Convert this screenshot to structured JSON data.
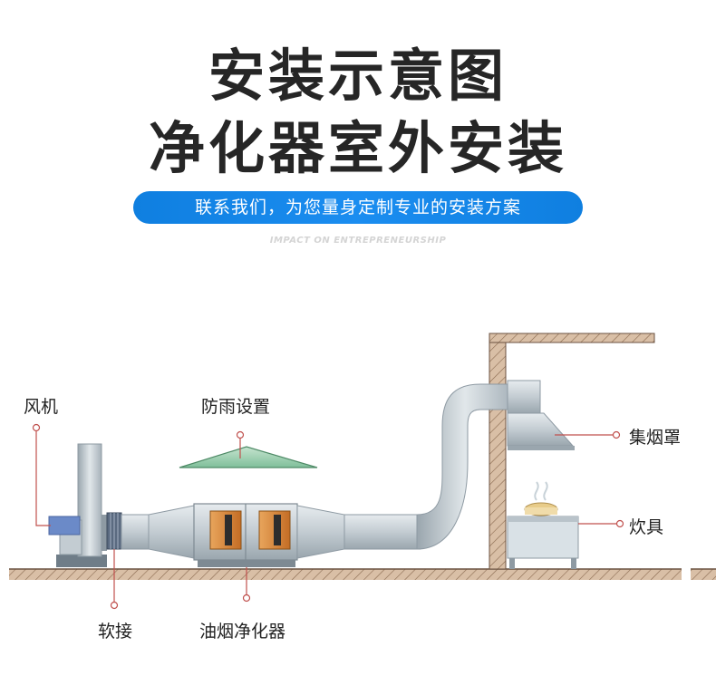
{
  "heading": {
    "line1": "安装示意图",
    "line2": "净化器室外安装",
    "banner": "联系我们，为您量身定制专业的安装方案",
    "watermark": "IMPACT ON ENTREPRENEURSHIP"
  },
  "labels": {
    "fan": "风机",
    "rain_cover": "防雨设置",
    "hood": "集烟罩",
    "stove": "炊具",
    "soft_joint": "软接",
    "purifier": "油烟净化器"
  },
  "colors": {
    "banner_blue": "#1685e8",
    "callout_red": "#c0504d",
    "duct_gray": "#b9c3ca",
    "purifier_orange": "#d98a3a",
    "rain_cover_green": "#9ccdb0"
  }
}
